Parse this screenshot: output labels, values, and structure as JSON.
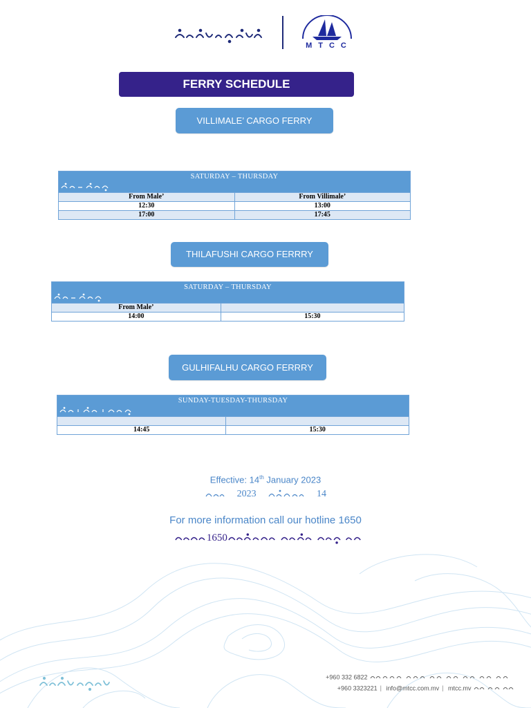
{
  "header": {
    "brand_logo_text": "MTCC",
    "brand_thaana_name": "Maldives Transport and Contracting Company (Dhivehi wordmark)"
  },
  "title": "FERRY SCHEDULE",
  "sections": [
    {
      "button_label": "VILLIMALE’ CARGO FERRY",
      "days": "SATURDAY – THURSDAY",
      "columns": [
        "From Male’",
        "From Villimale’"
      ],
      "rows": [
        [
          "12:30",
          "13:00"
        ],
        [
          "17:00",
          "17:45"
        ]
      ]
    },
    {
      "button_label": "THILAFUSHI CARGO FERRRY",
      "days": "SATURDAY – THURSDAY",
      "columns": [
        "From Male’",
        ""
      ],
      "rows": [
        [
          "14:00",
          "15:30"
        ]
      ]
    },
    {
      "button_label": "GULHIFALHU CARGO FERRRY",
      "days": "SUNDAY-TUESDAY-THURSDAY",
      "columns": [
        "",
        ""
      ],
      "rows": [
        [
          "14:45",
          "15:30"
        ]
      ]
    }
  ],
  "effective": {
    "prefix": "Effective: 14",
    "superscript": "th",
    "suffix": " January  2023",
    "thaana_date_number": "14",
    "thaana_year": "2023"
  },
  "hotline": {
    "text": "For more information call our hotline 1650",
    "thaana_number": "1650"
  },
  "footer": {
    "phone1": "+960 332 6822",
    "phone2": "+960 3323221",
    "email": "info@mtcc.com.mv",
    "website": "mtcc.mv"
  },
  "colors": {
    "title_banner": "#35228a",
    "section_button": "#5b9bd5",
    "table_header": "#5b9bd5",
    "row_light": "#dde8f5",
    "accent_text": "#4a86c8",
    "logo_blue": "#1e2a9e"
  }
}
